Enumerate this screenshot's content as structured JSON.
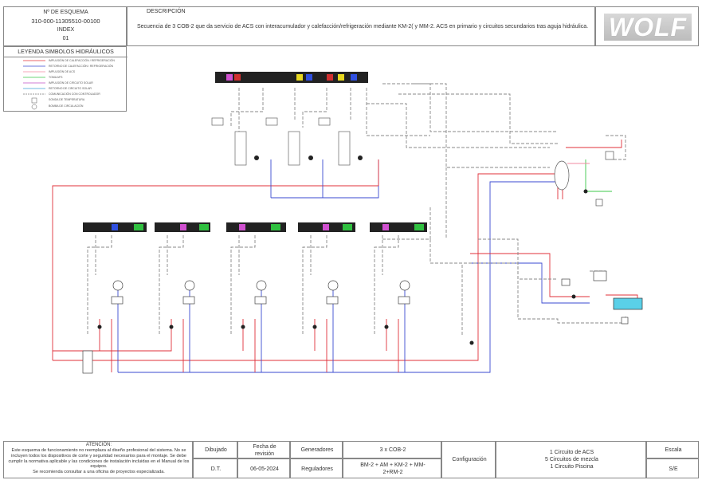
{
  "header": {
    "scheme_label": "Nº DE ESQUEMA",
    "scheme_number": "310-000-11305510-00100",
    "index_label": "INDEX",
    "index_value": "01",
    "description_label": "DESCRIPCIÓN",
    "description_text": "Secuencia de 3 COB-2 que da servicio de ACS  con interacumulador  y calefacción/refrigeración mediante KM-2( y MM-2. ACS en primario  y circuitos secundarios tras aguja hidráulica.",
    "brand": "WOLF"
  },
  "legend": {
    "title": "LEYENDA SIMBOLOS HIDRÁULICOS",
    "items": [
      {
        "color": "#e0303a",
        "label": "IMPULSIÓN DE CALEFACCIÓN / REFRIGERACIÓN"
      },
      {
        "color": "#3a4ad0",
        "label": "RETORNO DE CALEFACCIÓN / REFRIGERACIÓN"
      },
      {
        "color": "#f08aa0",
        "label": "IMPULSIÓN DE ACS"
      },
      {
        "color": "#3cc84a",
        "label": "TOMA AFS"
      },
      {
        "color": "#c050c8",
        "label": "IMPULSIÓN DE CIRCUITO SOLAR"
      },
      {
        "color": "#40a0d8",
        "label": "RETORNO DE CIRCUITO SOLAR"
      },
      {
        "color": "#777777",
        "label": "COMUNICACIÓN CON CONTROLADOR"
      }
    ],
    "symbols": [
      {
        "label": "SONDA DE TEMPERATURA"
      },
      {
        "label": "BOMBA DE CIRCULACIÓN"
      }
    ]
  },
  "footer": {
    "attention_title": "ATENCIÓN:",
    "attention_text": "Este esquema de funcionamiento no reemplaza al diseño profesional del sistema. No se incluyen todos los dispositivos de corte y seguridad necesarios para el montaje. Se debe cumplir la normativa aplicable y las condiciones de instalación incluidas en el Manual de los equipos.\nSe recomienda consultar a una oficina de proyectos especializada.",
    "drawn_label": "Dibujado",
    "drawn_value": "D.T.",
    "revision_label": "Fecha de revisión",
    "revision_value": "06-05-2024",
    "generators_label": "Generadores",
    "generators_value": "3 x COB-2",
    "regulators_label": "Reguladores",
    "regulators_value": "BM-2 + AM + KM-2 + MM-2+RM-2",
    "config_label": "Configuración",
    "config_value": "1 Circuito de ACS\n5 Circuitos de mezcla\n1 Circuito Piscina",
    "scale_label": "Escala",
    "scale_value": "S/E"
  },
  "colors": {
    "supply": "#e0303a",
    "return": "#3a4ad0",
    "comm": "#888888",
    "brand": "#c8202a"
  }
}
